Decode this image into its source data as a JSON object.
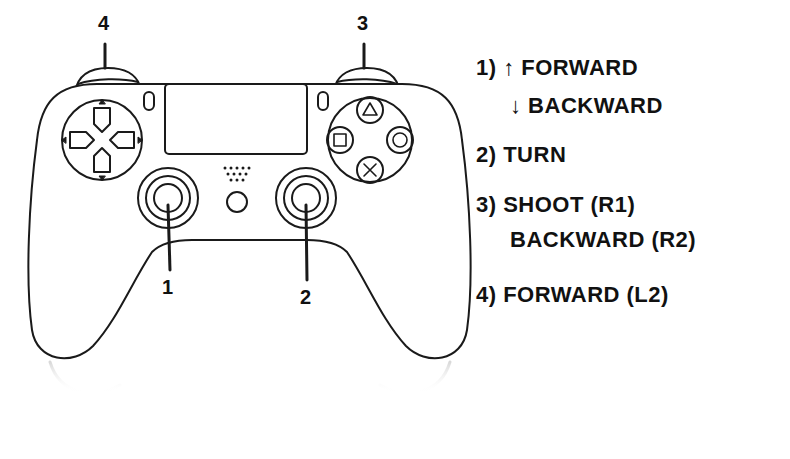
{
  "diagram": {
    "labels": [
      "4",
      "3",
      "1",
      "2",
      "1) ↑ FORWARD",
      "↓ BACKWARD",
      "2) TURN",
      "3) SHOOT (R1)",
      "BACKWARD (R2)",
      "4) FORWARD (L2)"
    ]
  }
}
